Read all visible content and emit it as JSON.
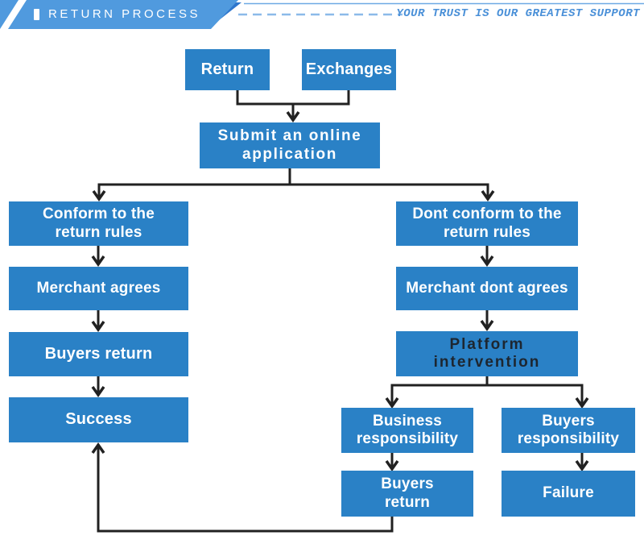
{
  "header": {
    "title": "RETURN PROCESS",
    "tagline": "YOUR TRUST IS OUR GREATEST SUPPORT"
  },
  "colors": {
    "box-blue": "#2a81c6",
    "banner-blue": "#509ade",
    "fold-blue": "#2e76cc",
    "dash-blue": "#8cbae9",
    "topline-blue": "#6ea9e4",
    "tagline-blue": "#4a90d8",
    "line-dark": "#212121",
    "platform-text": "#1d2630"
  },
  "nodes": {
    "return": {
      "label": "Return"
    },
    "exchanges": {
      "label": "Exchanges"
    },
    "submit": {
      "line1": "Submit an online",
      "line2": "application"
    },
    "conform": {
      "line1": "Conform to the",
      "line2": "return rules"
    },
    "merchant_agrees": {
      "label": "Merchant agrees"
    },
    "buyers_return_left": {
      "label": "Buyers return"
    },
    "success": {
      "label": "Success"
    },
    "dont_conform": {
      "line1": "Dont conform to the",
      "line2": "return rules"
    },
    "merchant_dont_agrees": {
      "label": "Merchant dont agrees"
    },
    "platform": {
      "line1": "Platform",
      "line2": "intervention"
    },
    "business_resp": {
      "line1": "Business",
      "line2": "responsibility"
    },
    "buyers_resp": {
      "line1": "Buyers",
      "line2": "responsibility"
    },
    "buyers_return_right": {
      "line1": "Buyers",
      "line2": "return"
    },
    "failure": {
      "label": "Failure"
    }
  },
  "edges": [
    {
      "from": "Return",
      "to": "Submit an online application"
    },
    {
      "from": "Exchanges",
      "to": "Submit an online application"
    },
    {
      "from": "Submit an online application",
      "to": "Conform to the return rules"
    },
    {
      "from": "Submit an online application",
      "to": "Dont conform to the return rules"
    },
    {
      "from": "Conform to the return rules",
      "to": "Merchant agrees"
    },
    {
      "from": "Merchant agrees",
      "to": "Buyers return"
    },
    {
      "from": "Buyers return",
      "to": "Success"
    },
    {
      "from": "Dont conform to the return rules",
      "to": "Merchant dont agrees"
    },
    {
      "from": "Merchant dont agrees",
      "to": "Platform intervention"
    },
    {
      "from": "Platform intervention",
      "to": "Business responsibility"
    },
    {
      "from": "Platform intervention",
      "to": "Buyers responsibility"
    },
    {
      "from": "Business responsibility",
      "to": "Buyers return"
    },
    {
      "from": "Buyers responsibility",
      "to": "Failure"
    },
    {
      "from": "Buyers return",
      "to": "Success"
    }
  ]
}
